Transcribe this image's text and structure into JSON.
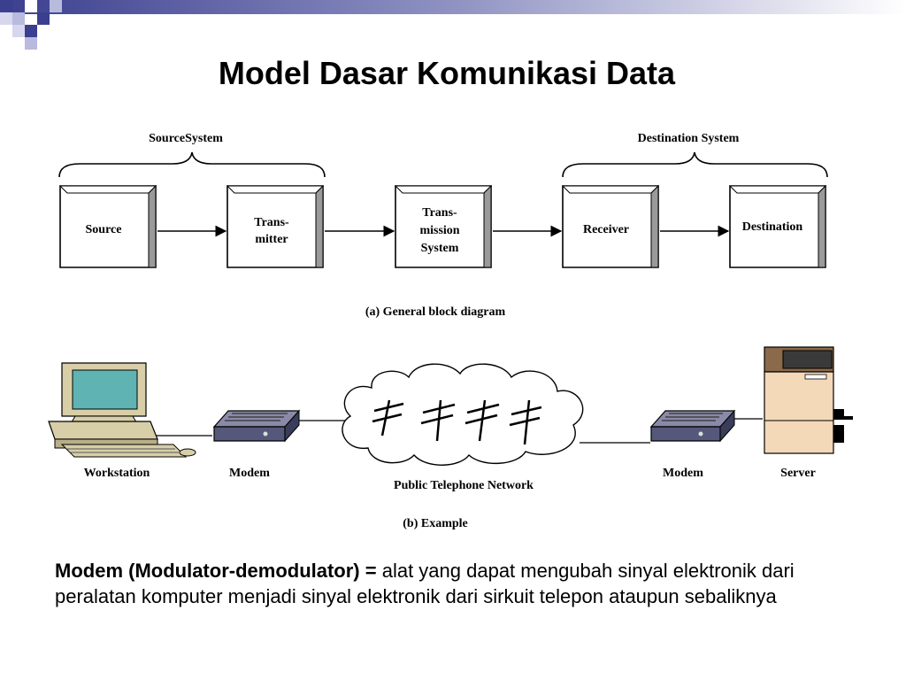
{
  "slide": {
    "title": "Model Dasar Komunikasi Data",
    "definition_term": "Modem (Modulator-demodulator) =",
    "definition_text": " alat yang dapat mengubah sinyal elektronik dari peralatan komputer menjadi sinyal elektronik dari sirkuit telepon ataupun sebaliknya"
  },
  "block_diagram": {
    "source_group": "SourceSystem",
    "destination_group": "Destination System",
    "blocks": [
      {
        "lines": [
          "Source"
        ]
      },
      {
        "lines": [
          "Trans-",
          "mitter"
        ]
      },
      {
        "lines": [
          "Trans-",
          "mission",
          "System"
        ]
      },
      {
        "lines": [
          "Receiver"
        ]
      },
      {
        "lines": [
          "Destination"
        ]
      }
    ],
    "caption": "(a) General block diagram"
  },
  "example": {
    "labels": {
      "workstation": "Workstation",
      "modem_left": "Modem",
      "network": "Public Telephone Network",
      "modem_right": "Modem",
      "server": "Server"
    },
    "caption": "(b) Example"
  }
}
